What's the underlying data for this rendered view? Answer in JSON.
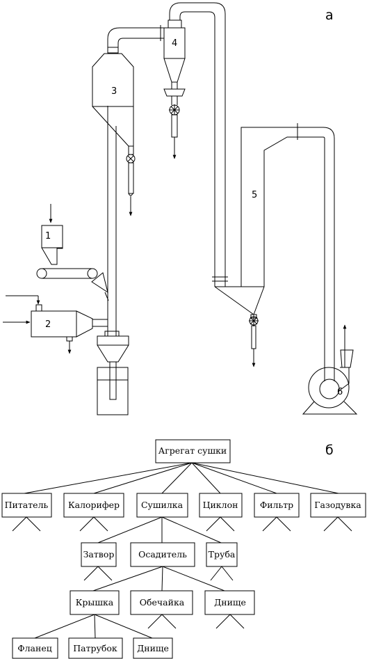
{
  "panels": {
    "a": "а",
    "b": "б"
  },
  "equipment_numbers": {
    "n1": "1",
    "n2": "2",
    "n3": "3",
    "n4": "4",
    "n5": "5",
    "n6": "6"
  },
  "tree": {
    "root": "Агрегат сушки",
    "level1": [
      "Питатель",
      "Калорифер",
      "Сушилка",
      "Циклон",
      "Фильтр",
      "Газодувка"
    ],
    "dryer_children": [
      "Затвор",
      "Осадитель",
      "Труба"
    ],
    "settler_children": [
      "Крышка",
      "Обечайка",
      "Днище"
    ],
    "lid_children": [
      "Фланец",
      "Патрубок",
      "Днище"
    ]
  }
}
